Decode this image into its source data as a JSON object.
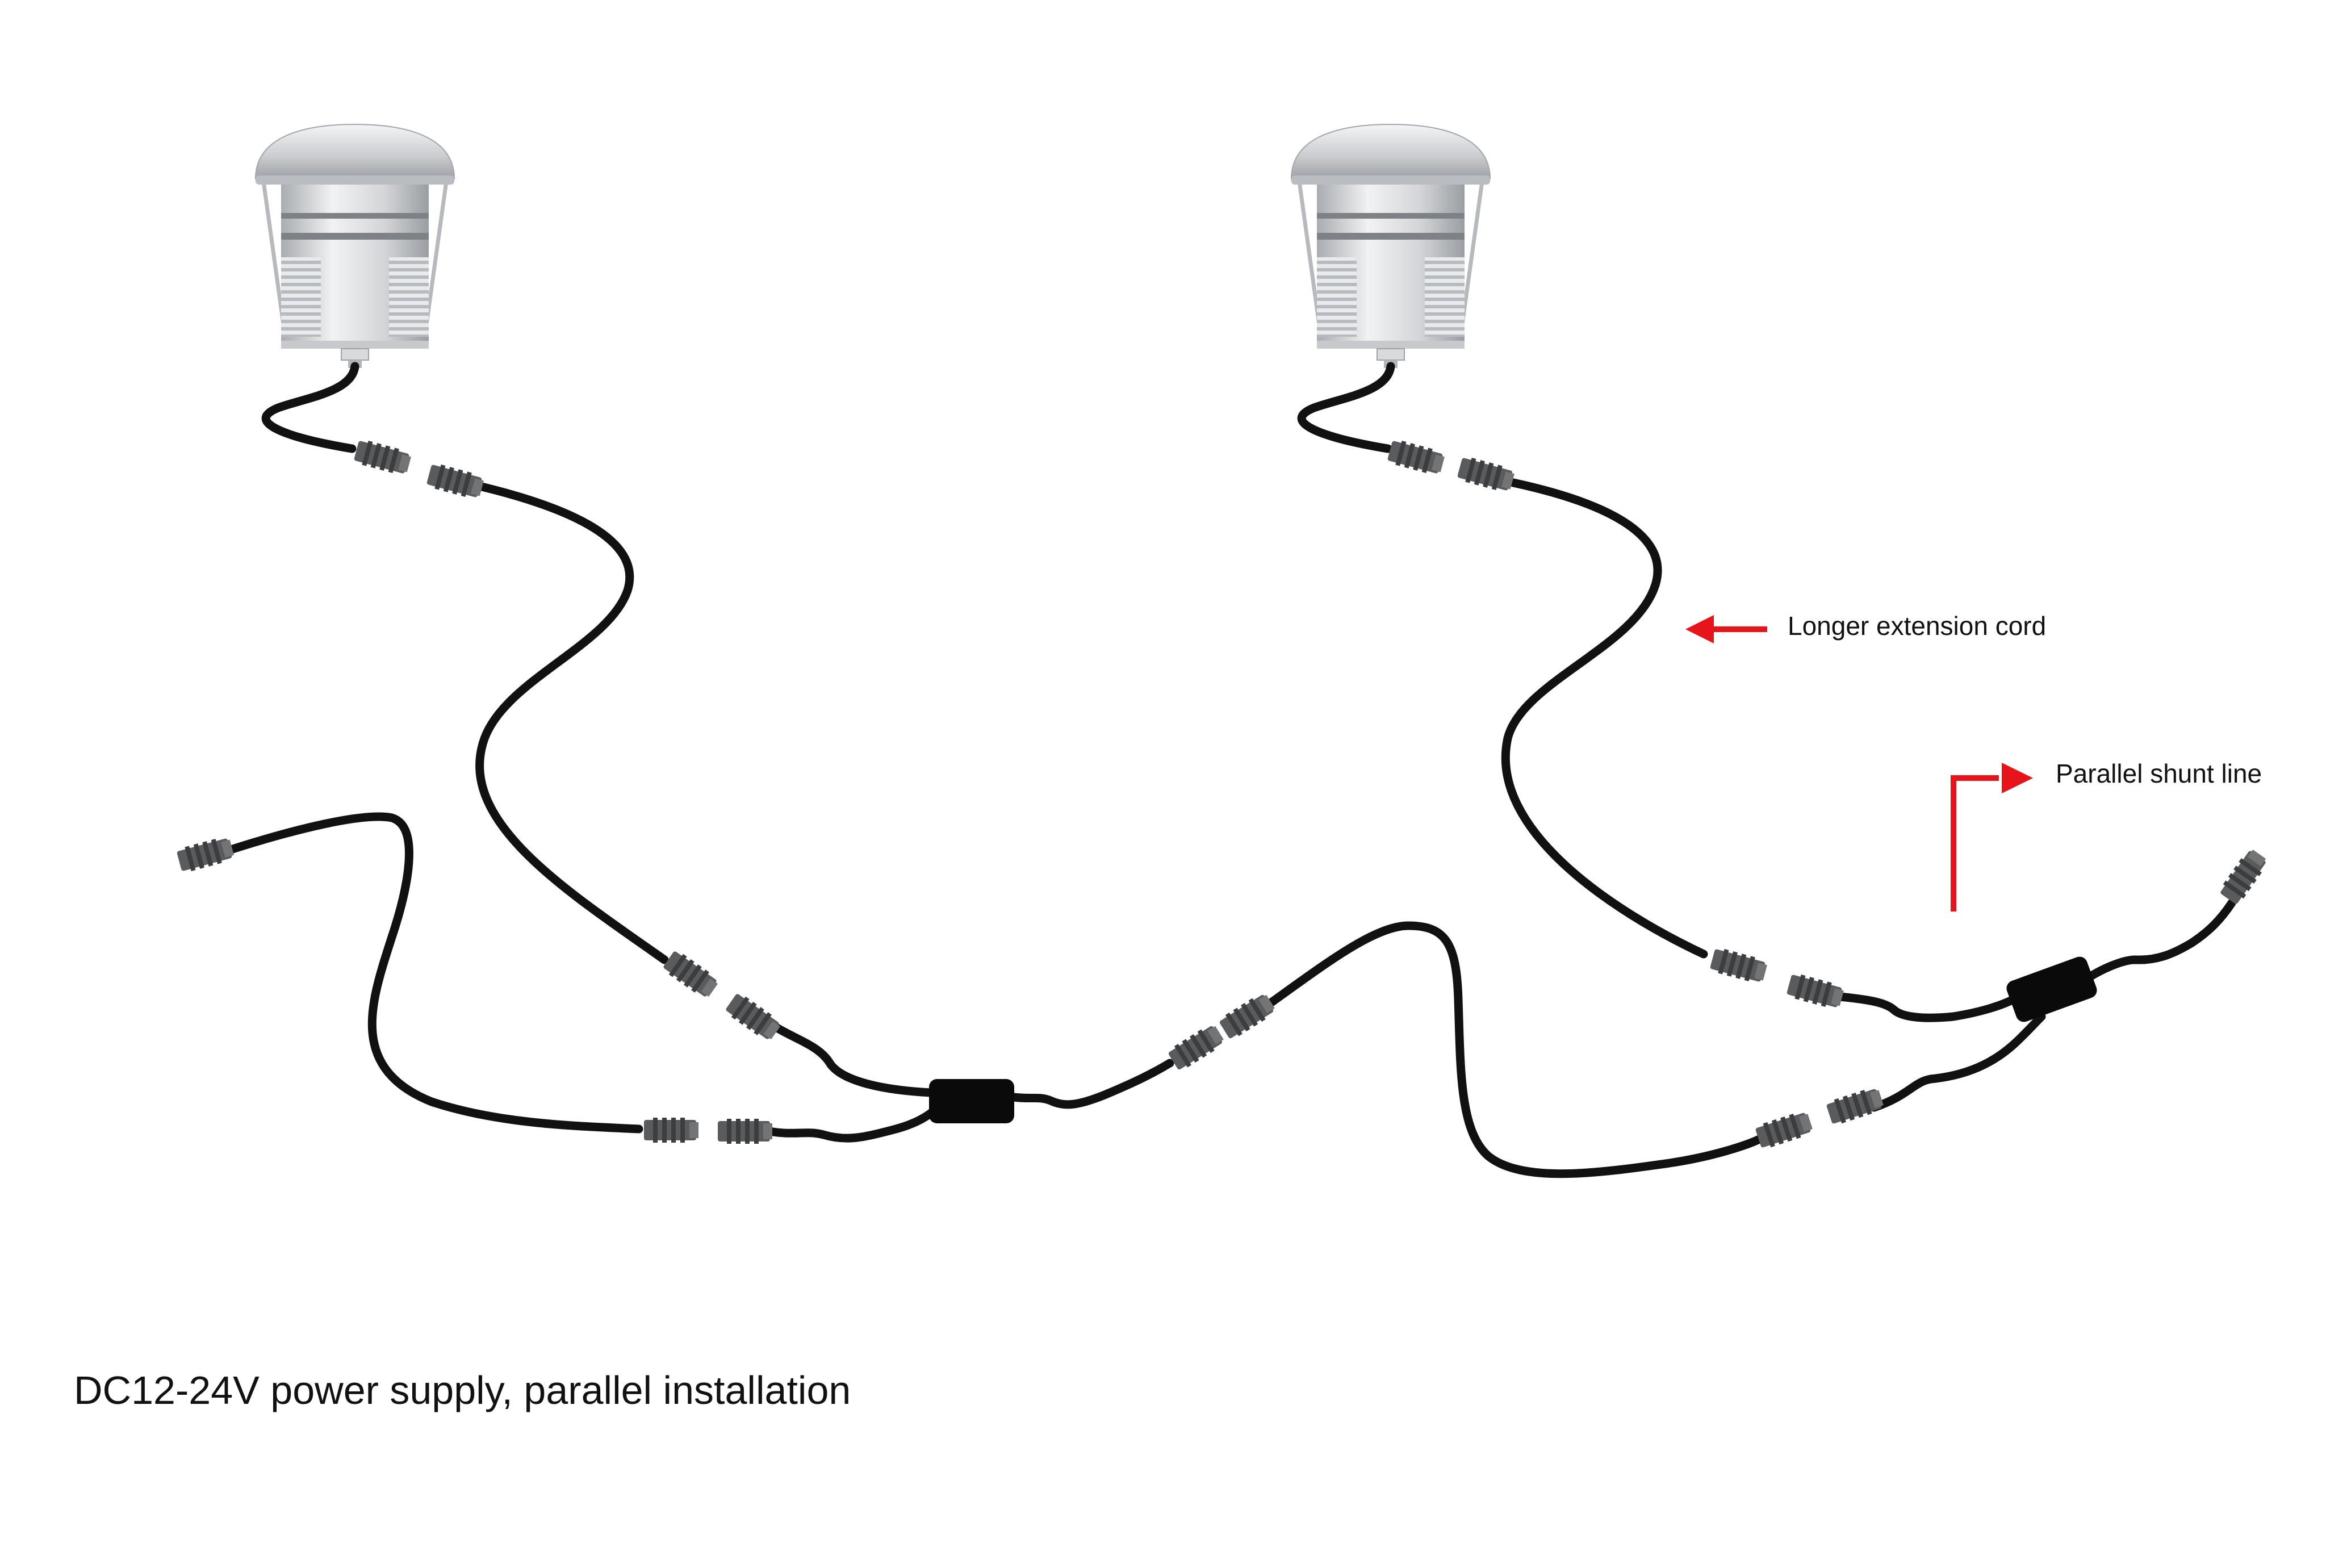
{
  "caption": "DC12-24V power supply, parallel installation",
  "annotations": {
    "extension_cord": "Longer extension cord",
    "parallel_shunt": "Parallel shunt line"
  },
  "colors": {
    "cable": "#111111",
    "connector": "#555555",
    "arrow": "#e8141b",
    "lamp_body": "#cfd1d4",
    "splitter": "#0a0a0a"
  },
  "icons": {
    "lamp": "recessed-deck-light-icon",
    "connector": "waterproof-connector-icon",
    "splitter": "y-splitter-icon",
    "arrow": "red-arrow-icon"
  }
}
